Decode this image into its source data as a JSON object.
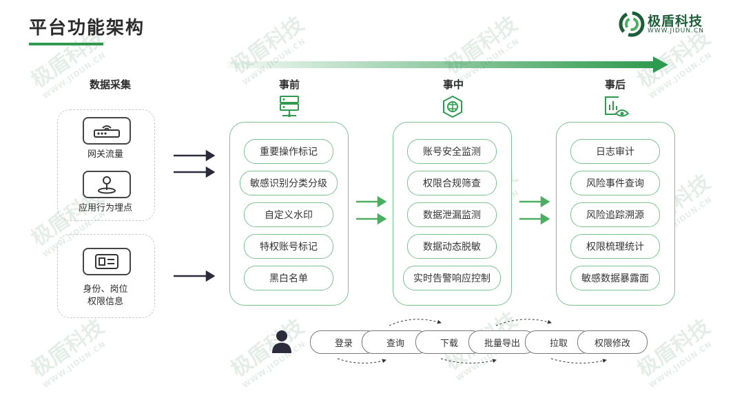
{
  "page": {
    "title": "平台功能架构"
  },
  "logo": {
    "name": "极盾科技",
    "url": "WWW.JIDUN.CN"
  },
  "watermark": {
    "text": "极盾科技",
    "sub": "WWW.JIDUN.CN"
  },
  "collection": {
    "label": "数据采集",
    "sources": [
      {
        "label": "网关流量",
        "icon": "router-icon"
      },
      {
        "label": "应用行为埋点",
        "icon": "location-pin-icon"
      },
      {
        "label": "身份、岗位\n权限信息",
        "icon": "id-card-icon"
      }
    ]
  },
  "phases": [
    {
      "label": "事前",
      "icon": "server-icon",
      "items": [
        "重要操作标记",
        "敏感识别分类分级",
        "自定义水印",
        "特权账号标记",
        "黑白名单"
      ]
    },
    {
      "label": "事中",
      "icon": "shield-icon",
      "items": [
        "账号安全监测",
        "权限合规筛查",
        "数据泄漏监测",
        "数据动态脱敏",
        "实时告警响应控制"
      ]
    },
    {
      "label": "事后",
      "icon": "monitor-eye-icon",
      "items": [
        "日志审计",
        "风险事件查询",
        "风险追踪溯源",
        "权限梳理统计",
        "敏感数据暴露面"
      ]
    }
  ],
  "flow": {
    "icon": "user-icon",
    "steps": [
      "登录",
      "查询",
      "下载",
      "批量导出",
      "拉取",
      "权限修改"
    ]
  },
  "colors": {
    "accent": "#2f9a4f",
    "border": "#7cc28f",
    "arrow": "#4cae63",
    "dark": "#2b2b3b"
  }
}
